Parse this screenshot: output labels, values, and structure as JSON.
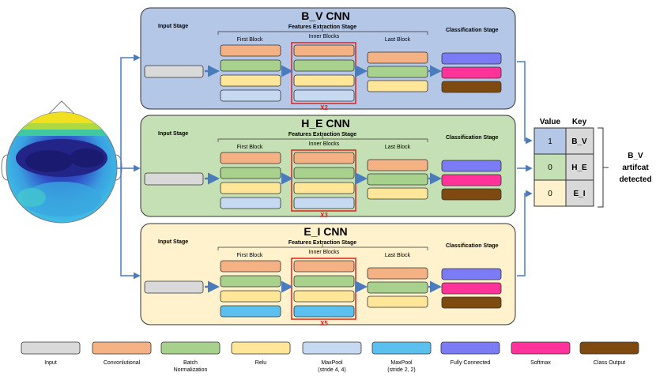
{
  "panels": [
    {
      "title": "B_V CNN",
      "repeat": "X2",
      "bg": "#b4c7e7",
      "lastRow": "#c5d9f1"
    },
    {
      "title": "H_E CNN",
      "repeat": "X3",
      "bg": "#c5e0b4",
      "lastRow": "#c5d9f1"
    },
    {
      "title": "E_I CNN",
      "repeat": "X5",
      "bg": "#fff2cc",
      "lastRow": "#5bc0f0"
    }
  ],
  "labels": {
    "input_stage": "Input Stage",
    "features_stage": "Features Extraction Stage",
    "first_block": "First Block",
    "inner_blocks": "Inner Blocks",
    "last_block": "Last Block",
    "classification_stage": "Classification Stage"
  },
  "table": {
    "value_header": "Value",
    "key_header": "Key",
    "rows": [
      {
        "value": "1",
        "key": "B_V",
        "color": "#b4c7e7"
      },
      {
        "value": "0",
        "key": "H_E",
        "color": "#c5e0b4"
      },
      {
        "value": "0",
        "key": "E_I",
        "color": "#fff2cc"
      }
    ]
  },
  "result": {
    "line1": "B_V",
    "line2": "artifcat",
    "line3": "detected"
  },
  "legend": [
    {
      "name": "Input",
      "lines": [
        "Input"
      ],
      "color": "#d9d9d9"
    },
    {
      "name": "Convolutional",
      "lines": [
        "Convonlutional"
      ],
      "color": "#f4b183"
    },
    {
      "name": "BatchNorm",
      "lines": [
        "Batch",
        "Normalization"
      ],
      "color": "#a9d18e"
    },
    {
      "name": "Relu",
      "lines": [
        "Relu"
      ],
      "color": "#ffe699"
    },
    {
      "name": "MaxPool44",
      "lines": [
        "MaxPool",
        "(stride 4, 4)"
      ],
      "color": "#c5d9f1"
    },
    {
      "name": "MaxPool22",
      "lines": [
        "MaxPool",
        "(stride 2, 2)"
      ],
      "color": "#5bc0f0"
    },
    {
      "name": "FullyConnected",
      "lines": [
        "Fully Connected"
      ],
      "color": "#7b7bf5"
    },
    {
      "name": "Softmax",
      "lines": [
        "Softmax"
      ],
      "color": "#ff3399"
    },
    {
      "name": "ClassOutput",
      "lines": [
        "Class Output"
      ],
      "color": "#7f4a10"
    }
  ],
  "colors": {
    "input": "#d9d9d9",
    "conv": "#f4b183",
    "batchnorm": "#a9d18e",
    "relu": "#ffe699",
    "fc": "#7b7bf5",
    "softmax": "#ff3399",
    "classout": "#7f4a10",
    "arrow": "#4a7bbd",
    "repeat_box": "#e0201a"
  }
}
